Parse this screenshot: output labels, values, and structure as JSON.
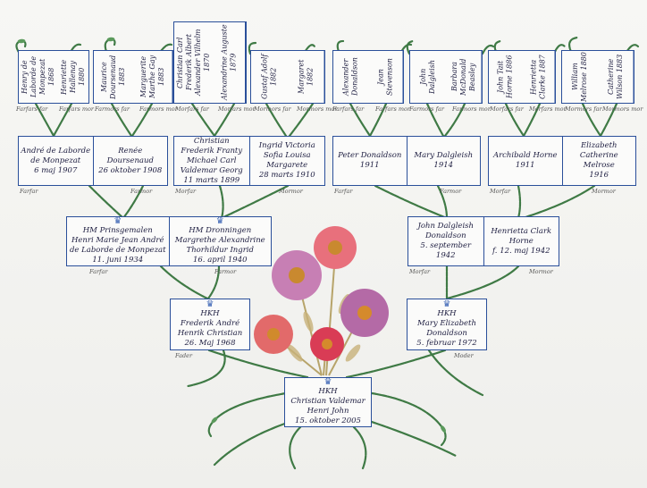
{
  "labels": {
    "farfar_far": "Farfars far",
    "farfar_mor": "Farfars mor",
    "farmor_far": "Farmors far",
    "farmor_mor": "Farmors mor",
    "morfar_far": "Morfars far",
    "morfar_mor": "Morfars mor",
    "mormor_far": "Mormors far",
    "mormor_mor": "Mormors mor",
    "farfar": "Farfar",
    "farmor": "Farmor",
    "morfar": "Morfar",
    "mormor": "Mormor",
    "far": "Far",
    "mor": "Mor",
    "fader": "Fader",
    "moder": "Moder"
  },
  "gen4": [
    "Henry de Laborde de Monpezat 1868",
    "Henriette Hallenay 1880",
    "Maurice Doursenaud 1883",
    "Marguerite Marthe Gay 1883",
    "Christian Carl Frederik Albert Alexander Vilhelm 1870",
    "Alexandrine Auguste 1879",
    "Gustaf Adolf 1882",
    "Margaret 1882",
    "Alexander Donaldson",
    "Jean Stevenson",
    "John Dalgleish",
    "Barbara McDonald Beasley",
    "John Tait Horne 1886",
    "Henrietta Clarke 1887",
    "William Melrose 1880",
    "Catherine Wilson 1883"
  ],
  "gen3": [
    {
      "name": "André de Laborde de Monpezat",
      "date": "6 maj 1907"
    },
    {
      "name": "Renée Doursenaud",
      "date": "26 oktober 1908"
    },
    {
      "name": "Christian Frederik Franty Michael Carl Valdemar Georg",
      "date": "11 marts 1899"
    },
    {
      "name": "Ingrid Victoria Sofia Louisa Margarete",
      "date": "28 marts 1910"
    },
    {
      "name": "Peter Donaldson",
      "date": "1911"
    },
    {
      "name": "Mary Dalgleish",
      "date": "1914"
    },
    {
      "name": "Archibald Horne",
      "date": "1911"
    },
    {
      "name": "Elizabeth Catherine Melrose",
      "date": "1916"
    }
  ],
  "gen2": [
    {
      "title": "HM Prinsgemalen",
      "name": "Henri Marie Jean André de Laborde de Monpezat",
      "date": "11. juni 1934"
    },
    {
      "title": "HM Dronningen",
      "name": "Margrethe Alexandrine Thorhildur Ingrid",
      "date": "16. april 1940"
    },
    {
      "title": "",
      "name": "John Dalgleish Donaldson",
      "date": "5. september 1942"
    },
    {
      "title": "",
      "name": "Henrietta Clark Horne",
      "date": "f. 12. maj 1942"
    }
  ],
  "gen1": [
    {
      "title": "HKH",
      "name": "Frederik André Henrik Christian",
      "date": "26. Maj 1968"
    },
    {
      "title": "HKH",
      "name": "Mary Elizabeth Donaldson",
      "date": "5. februar 1972"
    }
  ],
  "child": {
    "title": "HKH",
    "name": "Christian Valdemar Henri John",
    "date": "15. oktober 2005"
  },
  "colors": {
    "border": "#2a4f9a",
    "vine": "#3f7a45",
    "leaf": "#5b9a5c"
  }
}
